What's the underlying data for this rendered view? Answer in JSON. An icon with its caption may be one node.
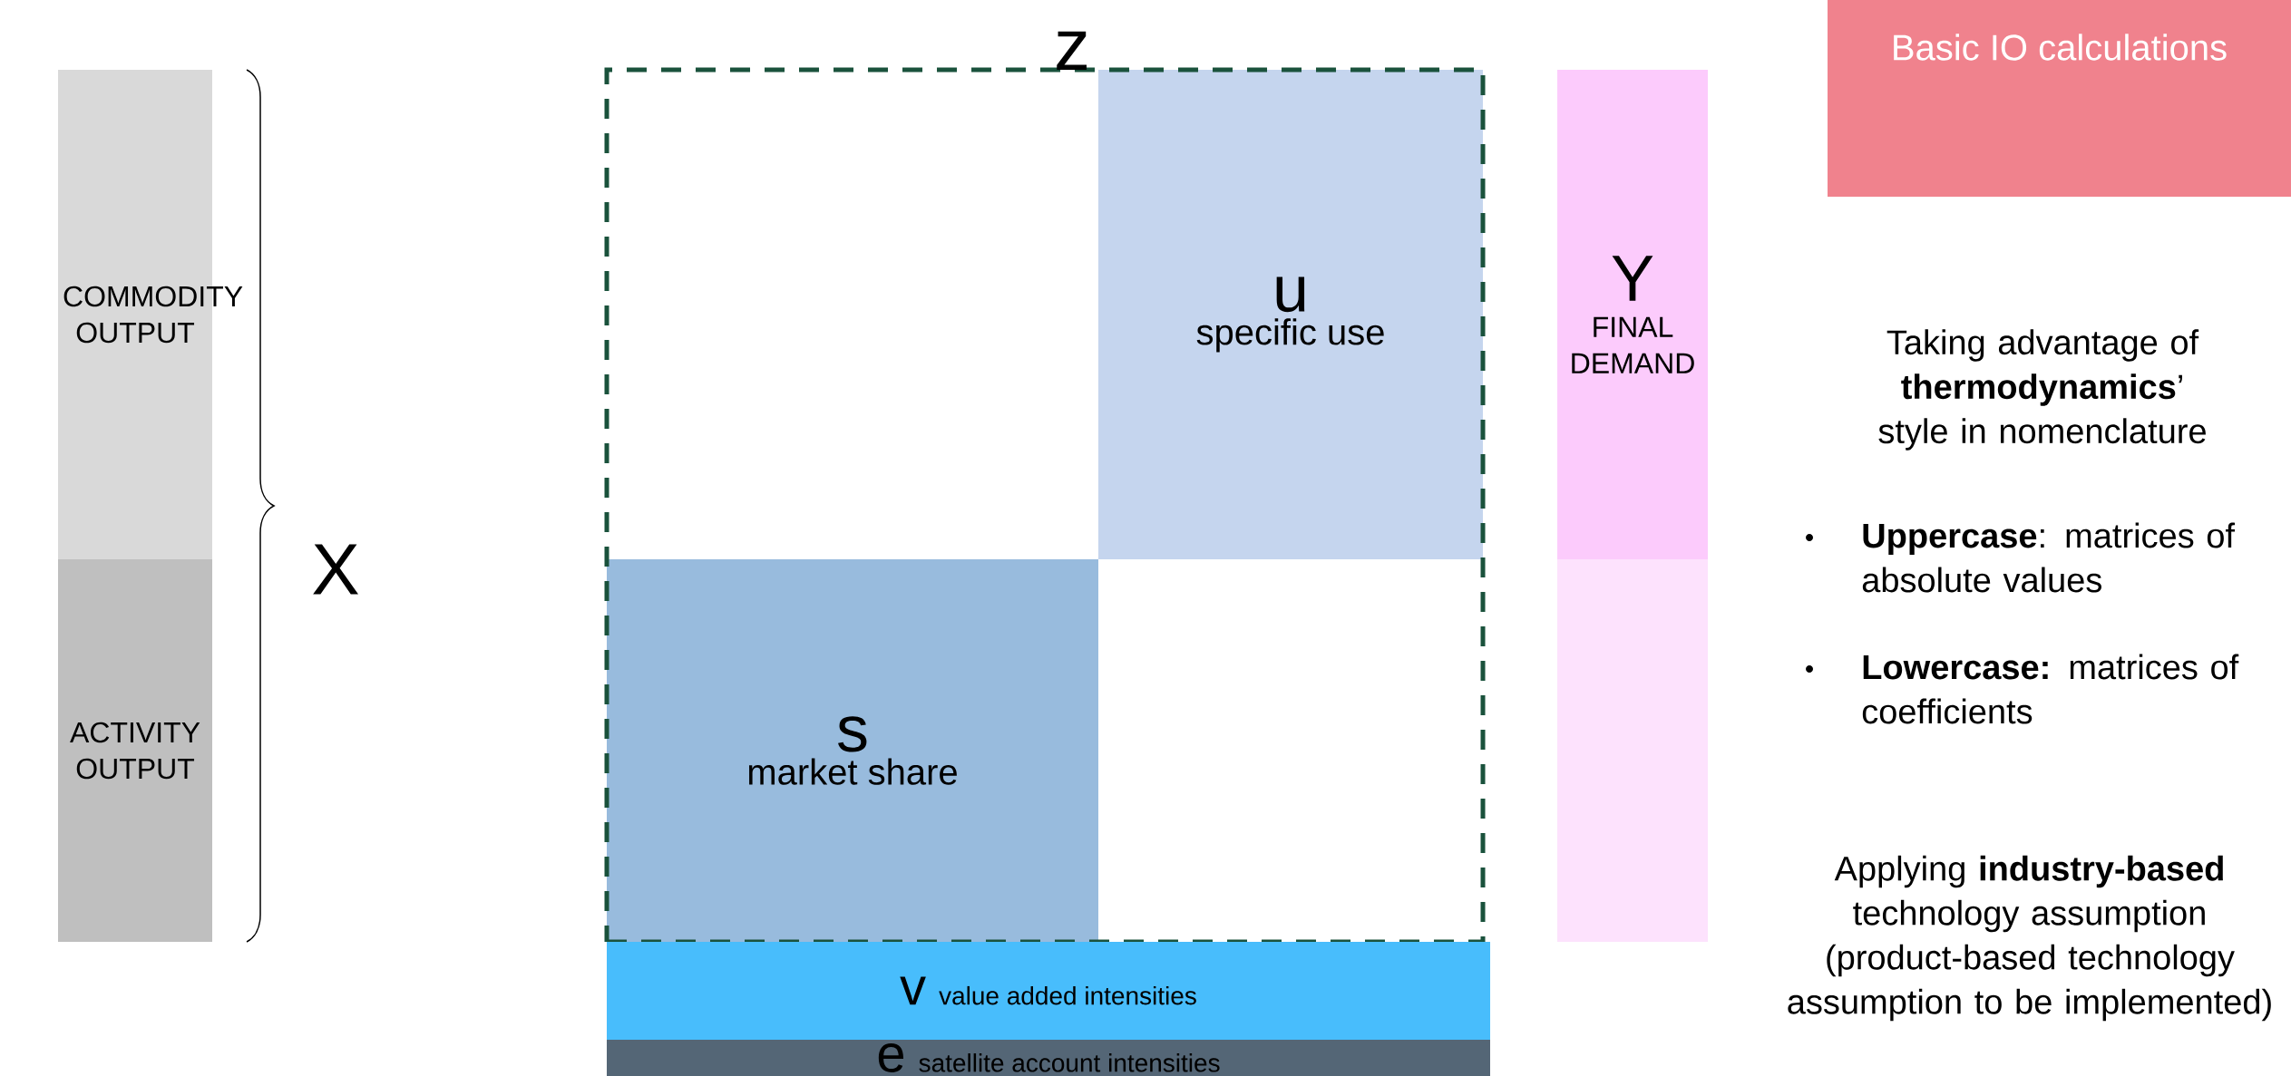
{
  "diagram": {
    "nodes": [
      {
        "text": [
          "COMMODITY OUTPUT"
        ]
      },
      {
        "text": [
          "ACTIVITY OUTPUT"
        ]
      },
      {
        "text": [
          "z"
        ]
      },
      {
        "text": [
          "u",
          "specific use"
        ],
        "in": 2
      },
      {
        "text": [
          "s",
          "market share"
        ],
        "in": 2
      },
      {
        "text": [
          "v",
          "value added intensities"
        ]
      },
      {
        "text": [
          "e",
          "satellite account intensities"
        ]
      },
      {
        "text": [
          "Y",
          "FINAL DEMAND"
        ]
      },
      {
        "text": [],
        "shape": "bar"
      },
      {
        "text": [
          "Basic IO calculations"
        ]
      }
    ],
    "labels": [
      "X",
      "Taking advantage of **thermodynamics**’ style in nomenclature",
      "**Uppercase**: matrices of absolute values",
      "**Lowercase:** matrices of coefficients",
      "Applying **industry-based** technology assumption (product-based technology assumption to be implemented)"
    ]
  }
}
